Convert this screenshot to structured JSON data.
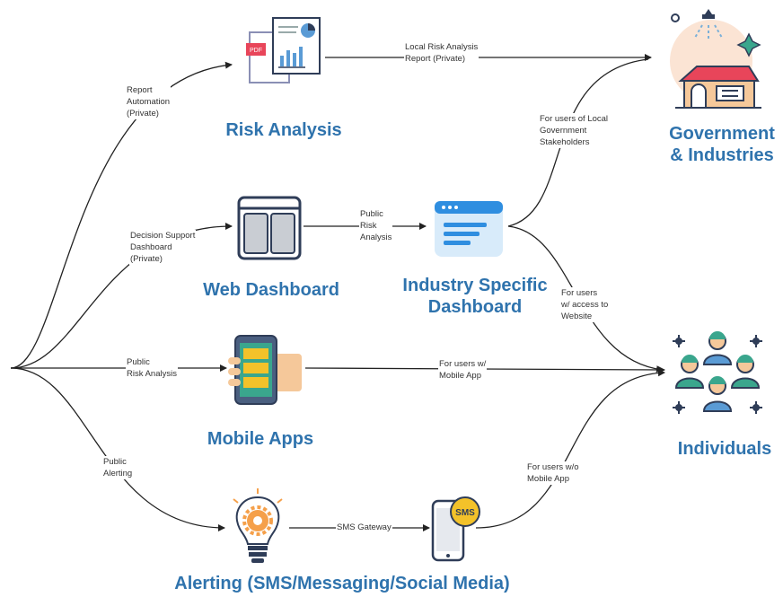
{
  "nodes": {
    "risk_analysis": "Risk Analysis",
    "web_dashboard": "Web Dashboard",
    "industry_dashboard_line1": "Industry Specific",
    "industry_dashboard_line2": "Dashboard",
    "mobile_apps": "Mobile Apps",
    "alerting": "Alerting (SMS/Messaging/Social Media)",
    "government_line1": "Government",
    "government_line2": "& Industries",
    "individuals": "Individuals"
  },
  "edge_labels": {
    "report_automation": "Report\nAutomation\n(Private)",
    "decision_support": "Decision Support\nDashboard\n(Private)",
    "public_risk_analysis_mobile": "Public\nRisk Analysis",
    "public_alerting": "Public\nAlerting",
    "local_risk_report": "Local Risk Analysis\nReport (Private)",
    "public_risk_analysis_web": "Public\nRisk\nAnalysis",
    "local_gov_users": "For users of Local\nGovernment\nStakeholders",
    "website_users": "For users\nw/ access to\nWebsite",
    "mobile_app_users": "For users w/\nMobile App",
    "no_mobile_app_users": "For users w/o\nMobile App",
    "sms_gateway": "SMS Gateway"
  },
  "icon_text": {
    "pdf": "PDF",
    "sms": "SMS"
  },
  "colors": {
    "title_blue": "#2f73ad",
    "line": "#222222",
    "orange": "#f5a04a",
    "navy": "#2f3d58",
    "teal": "#3aa68d",
    "yellow": "#f3c22a"
  }
}
